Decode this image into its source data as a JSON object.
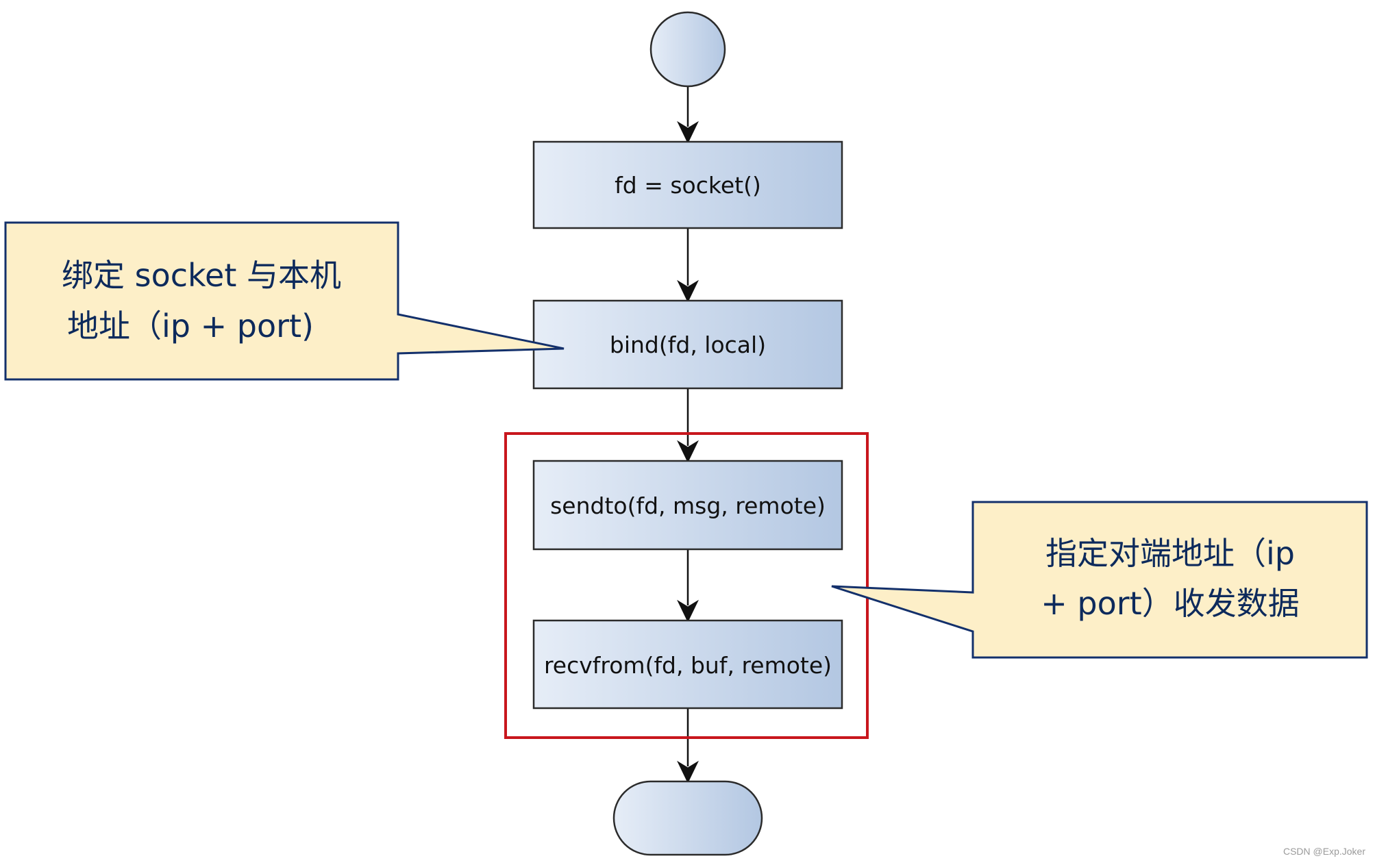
{
  "flowchart": {
    "start_node": {
      "shape": "circle",
      "label": ""
    },
    "steps": [
      {
        "id": "socket",
        "label": "fd = socket()"
      },
      {
        "id": "bind",
        "label": "bind(fd, local)"
      },
      {
        "id": "sendto",
        "label": "sendto(fd, msg, remote)"
      },
      {
        "id": "recvfrom",
        "label": "recvfrom(fd, buf, remote)"
      }
    ],
    "end_node": {
      "shape": "terminator",
      "label": ""
    },
    "highlight_group": {
      "steps": [
        "sendto",
        "recvfrom"
      ],
      "color": "#c8161d"
    },
    "callouts": [
      {
        "target": "bind",
        "lines": [
          "绑定 socket 与本机",
          "地址（ip + port)"
        ]
      },
      {
        "target": "highlight_group",
        "lines": [
          "指定对端地址（ip",
          "+ port）收发数据"
        ]
      }
    ]
  },
  "colors": {
    "node_fill_start": "#e6edf7",
    "node_fill_end": "#b3c7e2",
    "node_stroke": "#2b2b2b",
    "callout_fill": "#fdefc8",
    "callout_stroke": "#13306b",
    "callout_text": "#0d2a5c",
    "highlight": "#c8161d"
  },
  "watermark": "CSDN @Exp.Joker"
}
